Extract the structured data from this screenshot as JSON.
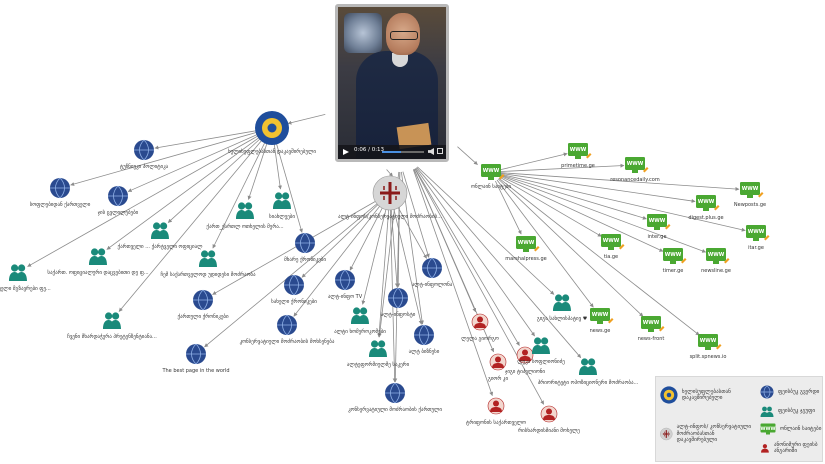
{
  "video": {
    "time_label": "0:06 / 0:13",
    "progress": 0.46
  },
  "hubs": {
    "government": "ხელისუფლებასთან დაკავშირებული",
    "church": "ალტ-ინფოს/კონსერვატიული მოძრაობის...",
    "gov_site": "ონლაინ საიტები"
  },
  "nodes": {
    "globe_1": "ტუჩნიუკი პოლიტიკა",
    "globe_2": "სოფლებიდან ქართველი",
    "globe_3": "ჯის ცვლილებები",
    "globe_4": "სახე_ტელე...",
    "group_1": "ქართველი ... ქარტველი ოფიციალ",
    "group_2": "საქართ. ოფიციალური დაცვებითი დე ფ...",
    "group_3": "ქართველი მგზავრები ფე...",
    "group_4": "ჩვენი მხარდაჭერა პრეტენზენტიანა...",
    "group_5": "ჩემ საქართველოდ უდიდესი მოძრაობა",
    "group_6": "სიახლეები",
    "group_7": "ქართ_ქართლ ოთხელის მერა...",
    "globe_5": "მხარე ქრონიკები",
    "globe_6": "სახელი ქრონიკები",
    "globe_7": "ქართული ქრონიკები",
    "globe_8": "კონსერვატიული მოძრაობის მოხსენება",
    "globe_9": "The best page in the world",
    "globe_10": "ალტ-ინფო TV",
    "globe_11": "ალტ-ინფოლონა",
    "globe_12": "ალტი ხომეროკომები",
    "globe_13": "ალტ-ინფოსტი",
    "globe_14": "ალტ ბიზნესი",
    "globe_15": "კონსერვატიული მოძრაობის ქართული",
    "group_8": "სამშობლოთ მოძრაობა",
    "group_9": "ალტეფორმიულმე საკერი",
    "group_10": "ქართველი ეკელესია",
    "group_11": "ლუკა სოფლიონიძე",
    "group_12": "პრიორიტეტი ოპოზიციონერი მოძრაობა...",
    "person_1": "ლელა გიორგო",
    "person_2": "ჯიგი ტიპელიონი",
    "person_3": "გიორ კი",
    "person_4": "ტრიფონის საქართველო",
    "person_5": "რისხარდისმიანი მოხელე",
    "person_6": "ოიმპიონია მსაჯულიონაშ",
    "group_13": "გიგა სახლისპატივ ♥",
    "site_1": "primetime.ge",
    "site_2": "resonancedaily.com",
    "site_3": "Newposts.ge",
    "site_4": "digest.plus.ge",
    "site_5": "inter.ge",
    "site_6": "itar.ge",
    "site_7": "marshalpress.ge",
    "site_8": "tia.ge",
    "site_9": "timer.ge",
    "site_10": "newsline.ge",
    "site_11": "news.ge",
    "site_12": "news-front",
    "site_13": "split.spnews.io"
  },
  "icons": {
    "www": "WWW"
  },
  "legend": {
    "government": "ხელისუფლებასთან დაკავშირებული",
    "church": "ალტ-ინფოს/ კონსერვატიული მოძრაობასთან დაკავშირებული",
    "page": "ფეისბუკ გვერდი",
    "group": "ფეისბუკ ჯგუფი",
    "site": "ონლაინ საიტები",
    "person": "ანონიმური ფეისბ ანგარიში"
  },
  "colors": {
    "globe": "#2a4a8f",
    "group": "#1a8a7a",
    "www": "#4aa832",
    "person": "#b22222",
    "edge": "#8c8c8c"
  }
}
